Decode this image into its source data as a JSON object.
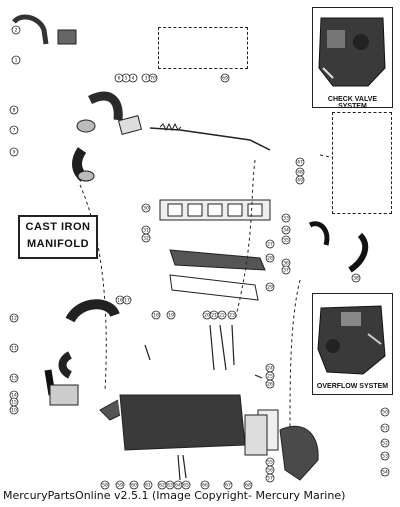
{
  "diagram": {
    "title_line1": "CAST IRON",
    "title_line2": "MANIFOLD",
    "inset_top_label": "CHECK VALVE SYSTEM",
    "inset_bottom_label": "OVERFLOW SYSTEM",
    "footer": "MercuryPartsOnline v2.5.1 (Image Copyright- Mercury Marine)",
    "callouts": [
      "1",
      "2",
      "3",
      "4",
      "5",
      "6",
      "7",
      "8",
      "9",
      "10",
      "11",
      "12",
      "13",
      "14",
      "15",
      "16",
      "17",
      "18",
      "19",
      "20",
      "21",
      "22",
      "23",
      "24",
      "25",
      "26",
      "27",
      "28",
      "29",
      "30",
      "31",
      "32",
      "33",
      "34",
      "35",
      "36",
      "37",
      "38",
      "39",
      "40",
      "41",
      "42",
      "43",
      "44",
      "45",
      "46",
      "47",
      "48",
      "49",
      "50",
      "51",
      "52",
      "53",
      "54",
      "55",
      "56",
      "57",
      "58",
      "59",
      "60",
      "61",
      "62",
      "63",
      "64",
      "65",
      "66",
      "67",
      "68",
      "69",
      "70"
    ]
  }
}
